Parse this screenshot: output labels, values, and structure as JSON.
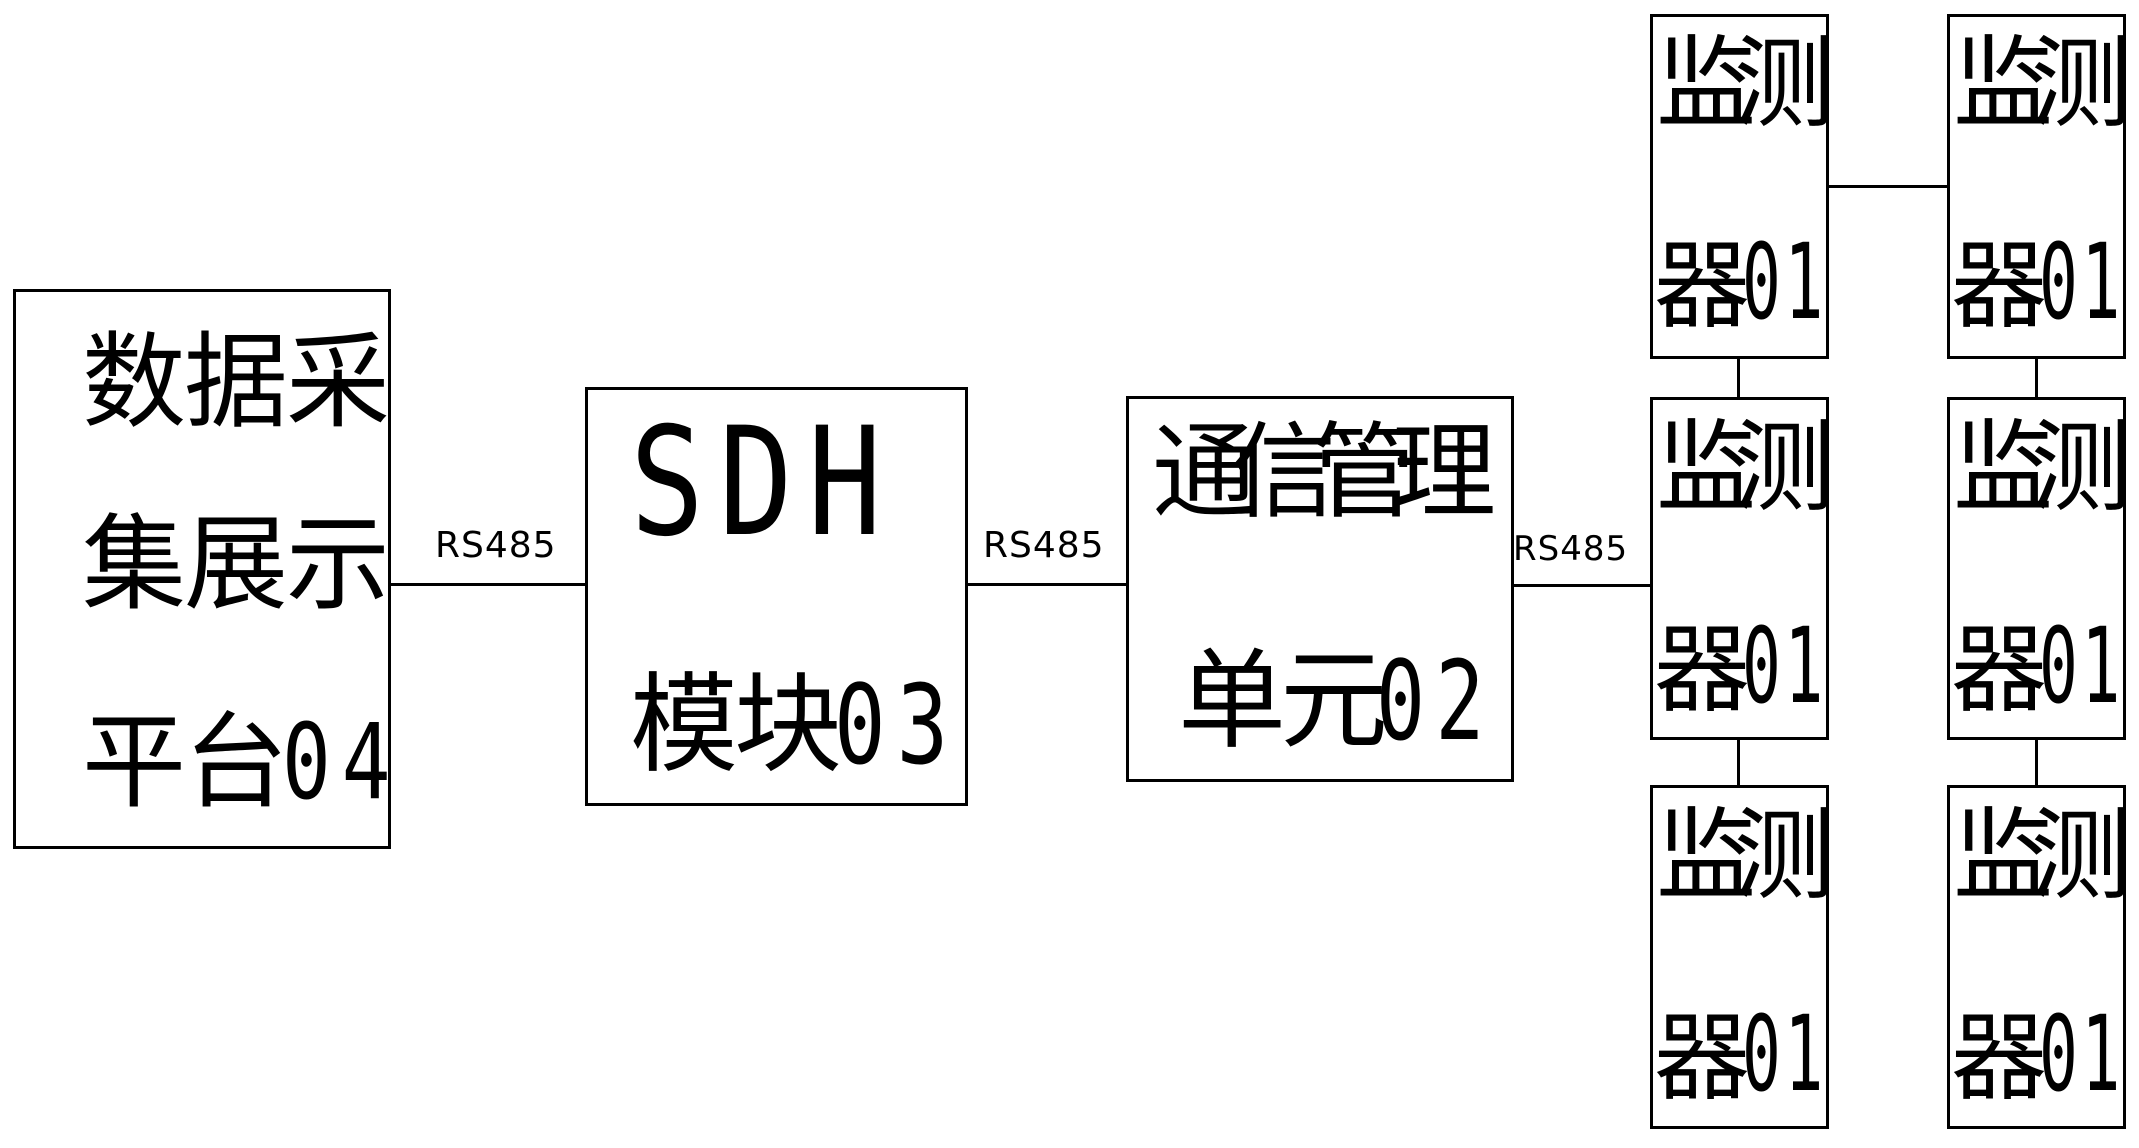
{
  "diagram": {
    "title": "",
    "nodes": {
      "platform": {
        "id": "04",
        "lines": [
          "数据采",
          "集展示",
          "平台"
        ],
        "code": "04",
        "full_label": "数据采集展示平台04"
      },
      "sdh": {
        "id": "03",
        "line1": "SDH",
        "line2_han": "模块",
        "code": "03",
        "full_label": "SDH模块03"
      },
      "comm_unit": {
        "id": "02",
        "line1": "通信管理",
        "line2_han": "单元",
        "code": "02",
        "full_label": "通信管理单元02"
      },
      "monitors": [
        {
          "line1": "监测",
          "line2_han": "器",
          "code": "01",
          "column": 1,
          "row": 1
        },
        {
          "line1": "监测",
          "line2_han": "器",
          "code": "01",
          "column": 2,
          "row": 1
        },
        {
          "line1": "监测",
          "line2_han": "器",
          "code": "01",
          "column": 1,
          "row": 2
        },
        {
          "line1": "监测",
          "line2_han": "器",
          "code": "01",
          "column": 2,
          "row": 2
        },
        {
          "line1": "监测",
          "line2_han": "器",
          "code": "01",
          "column": 1,
          "row": 3
        },
        {
          "line1": "监测",
          "line2_han": "器",
          "code": "01",
          "column": 2,
          "row": 3
        }
      ]
    },
    "edges": [
      {
        "from": "数据采集展示平台04",
        "to": "SDH模块03",
        "label": "RS485"
      },
      {
        "from": "SDH模块03",
        "to": "通信管理单元02",
        "label": "RS485"
      },
      {
        "from": "通信管理单元02",
        "to": "监测器01 (column 1, row 2)",
        "label": "RS485"
      },
      {
        "from": "监测器01 (column 1, row 1)",
        "to": "监测器01 (column 2, row 1)",
        "label": ""
      },
      {
        "from": "监测器01 (column 1, row 1)",
        "to": "监测器01 (column 1, row 2)",
        "label": ""
      },
      {
        "from": "监测器01 (column 1, row 2)",
        "to": "监测器01 (column 1, row 3)",
        "label": ""
      },
      {
        "from": "监测器01 (column 2, row 1)",
        "to": "监测器01 (column 2, row 2)",
        "label": ""
      },
      {
        "from": "监测器01 (column 2, row 2)",
        "to": "监测器01 (column 2, row 3)",
        "label": ""
      }
    ],
    "bus_labels": [
      "RS485",
      "RS485",
      "RS485"
    ],
    "colors": {
      "stroke": "#000000",
      "background": "#ffffff"
    }
  }
}
